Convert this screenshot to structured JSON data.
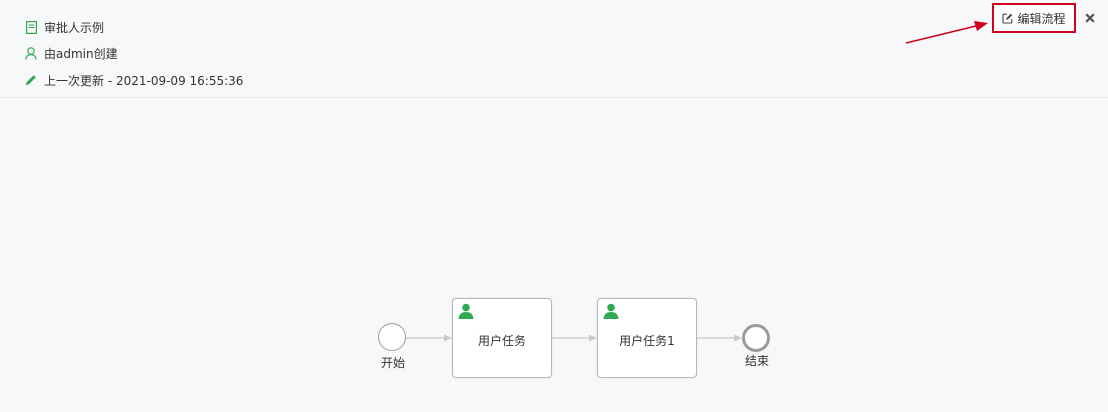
{
  "process": {
    "name": "审批人示例",
    "creator": "由admin创建",
    "updated": "上一次更新 - 2021-09-09 16:55:36"
  },
  "toolbar": {
    "edit_label": "编辑流程",
    "edit_icon": "edit-square-icon",
    "close_icon": "close-icon"
  },
  "icons": {
    "name": "document-icon",
    "creator": "user-outline-icon",
    "updated": "pencil-icon",
    "task": "user-filled-icon"
  },
  "colors": {
    "accent_green": "#2eaa52",
    "annotation_red": "#d0021b",
    "node_border": "#9a9a9a",
    "connector": "#c8c8c8"
  },
  "diagram": {
    "start_label": "开始",
    "end_label": "结束",
    "tasks": [
      {
        "label": "用户任务"
      },
      {
        "label": "用户任务1"
      }
    ]
  }
}
